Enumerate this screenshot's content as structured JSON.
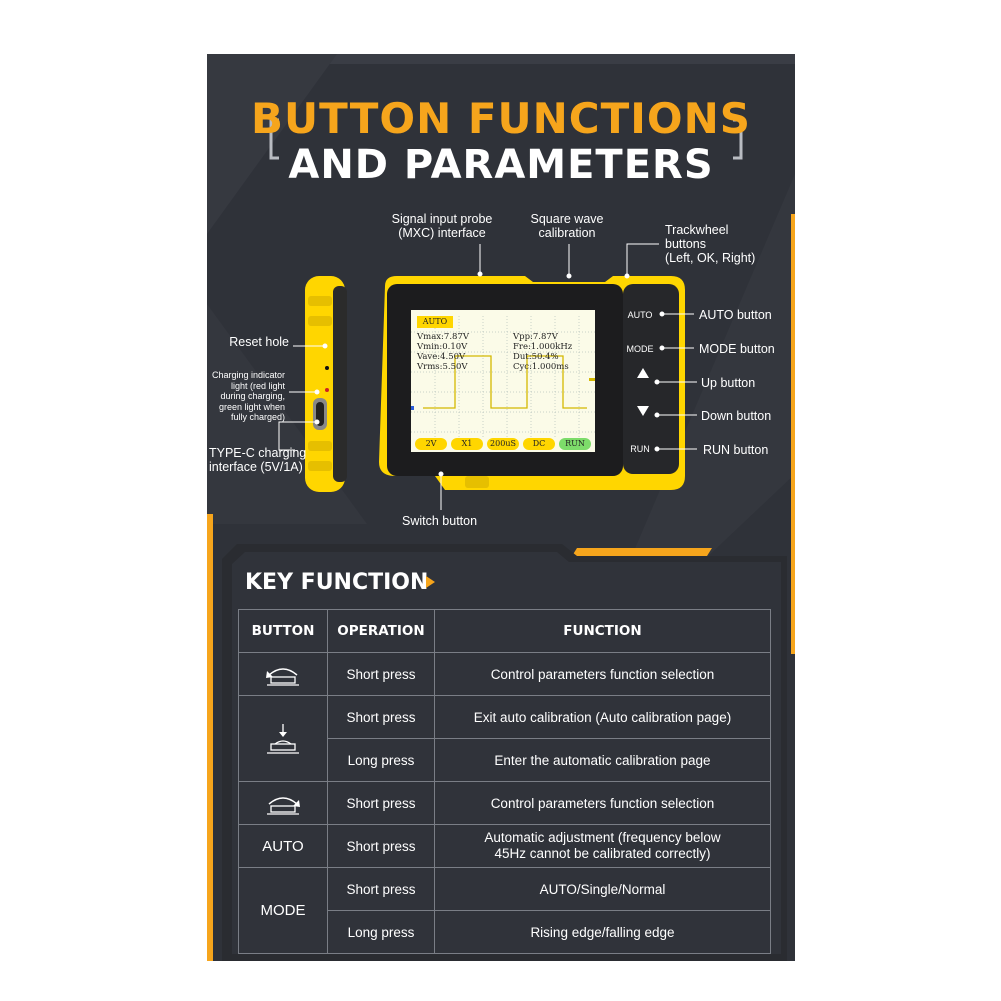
{
  "header": {
    "title_line1": "BUTTON FUNCTIONS",
    "title_line2": "AND PARAMETERS"
  },
  "callouts": {
    "signal_input": "Signal input probe\n(MXC) interface",
    "square_wave": "Square wave\ncalibration",
    "trackwheel": "Trackwheel\nbuttons\n(Left, OK, Right)",
    "reset_hole": "Reset hole",
    "charging_indicator": "Charging indicator\nlight (red light\nduring charging,\ngreen light when\nfully charged)",
    "typec": "TYPE-C charging\ninterface (5V/1A)",
    "auto_button": "AUTO button",
    "mode_button": "MODE button",
    "up_button": "Up button",
    "down_button": "Down button",
    "run_button": "RUN button",
    "switch_button": "Switch button"
  },
  "device": {
    "mode_badge": "AUTO",
    "readouts_left": [
      "Vmax:7.87V",
      "Vmin:0.10V",
      "Vave:4.50V",
      "Vrms:5.50V"
    ],
    "readouts_right": [
      "Vpp:7.87V",
      "Fre:1.000kHz",
      "Dut:50.4%",
      "Cyc:1.000ms"
    ],
    "softkeys": [
      "2V",
      "X1",
      "200uS",
      "DC",
      "RUN"
    ],
    "buttons": {
      "auto": "AUTO",
      "mode": "MODE",
      "run": "RUN"
    }
  },
  "key_function": {
    "title": "KEY FUNCTION",
    "headers": {
      "button": "BUTTON",
      "operation": "OPERATION",
      "function": "FUNCTION"
    },
    "rows": [
      {
        "operation": "Short press",
        "function": "Control parameters function selection"
      },
      {
        "operation": "Short press",
        "function": "Exit auto calibration (Auto calibration page)"
      },
      {
        "operation": "Long press",
        "function": "Enter the automatic calibration page"
      },
      {
        "operation": "Short press",
        "function": "Control parameters function selection"
      },
      {
        "button": "AUTO",
        "operation": "Short press",
        "function": "Automatic adjustment (frequency below\n45Hz cannot be calibrated correctly)"
      },
      {
        "button": "MODE",
        "operation": "Short press",
        "function": "AUTO/Single/Normal"
      },
      {
        "operation": "Long press",
        "function": "Rising edge/falling edge"
      }
    ]
  },
  "colors": {
    "accent": "#f6a51c",
    "panel": "#2f3239",
    "device_yellow": "#ffd600"
  }
}
